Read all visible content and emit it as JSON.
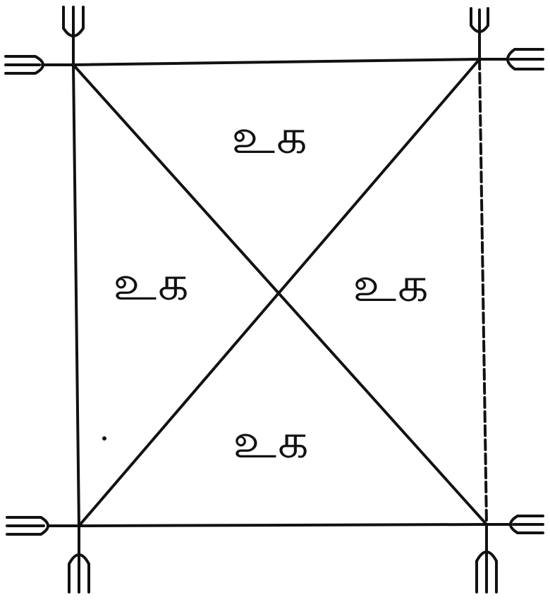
{
  "diagram": {
    "labels": {
      "top": "உக",
      "left": "உக",
      "right": "உக",
      "bottom": "உக"
    },
    "ink_color": "#111111",
    "background": "#ffffff"
  }
}
